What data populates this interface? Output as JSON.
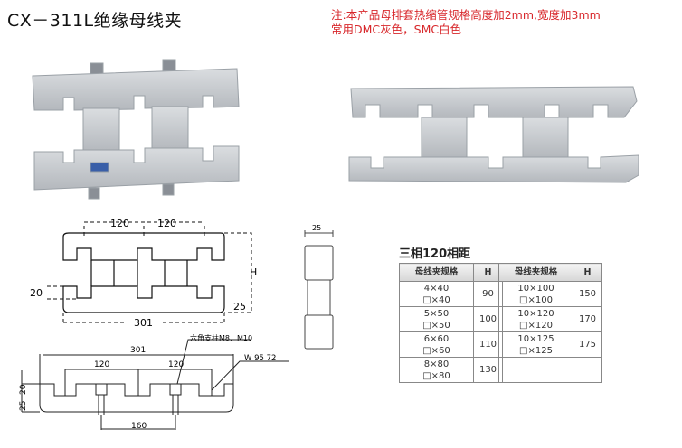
{
  "title": "CX－311L绝缘母线夹",
  "note": {
    "line1": "注:本产品母排套热缩管规格高度加2mm,宽度加3mm",
    "line2": "常用DMC灰色，SMC白色"
  },
  "colors": {
    "note": "#d8282c",
    "product_gray": "#c9ccd0"
  },
  "drawing_front": {
    "dim_pitch1": "120",
    "dim_pitch2": "120",
    "dim_height": "H",
    "dim_slot": "20",
    "dim_base": "25",
    "dim_length": "301"
  },
  "drawing_side": {
    "dim_width": "25"
  },
  "drawing_section": {
    "dim_length": "301",
    "dim_pitch1": "120",
    "dim_pitch2": "120",
    "dim_bolt_spacing": "160",
    "dim_slot": "20",
    "dim_base": "25",
    "label_bolt": "六角支柱M8、M10",
    "label_w": "W  95  72"
  },
  "table": {
    "title": "三相120相距",
    "headers": [
      "母线夹规格",
      "H"
    ],
    "left": [
      {
        "spec1": "4×40",
        "spec2": "□×40",
        "h": "90"
      },
      {
        "spec1": "5×50",
        "spec2": "□×50",
        "h": "100"
      },
      {
        "spec1": "6×60",
        "spec2": "□×60",
        "h": "110"
      },
      {
        "spec1": "8×80",
        "spec2": "□×80",
        "h": "130"
      }
    ],
    "right": [
      {
        "spec1": "10×100",
        "spec2": "□×100",
        "h": "150"
      },
      {
        "spec1": "10×120",
        "spec2": "□×120",
        "h": "170"
      },
      {
        "spec1": "10×125",
        "spec2": "□×125",
        "h": "175"
      }
    ]
  }
}
